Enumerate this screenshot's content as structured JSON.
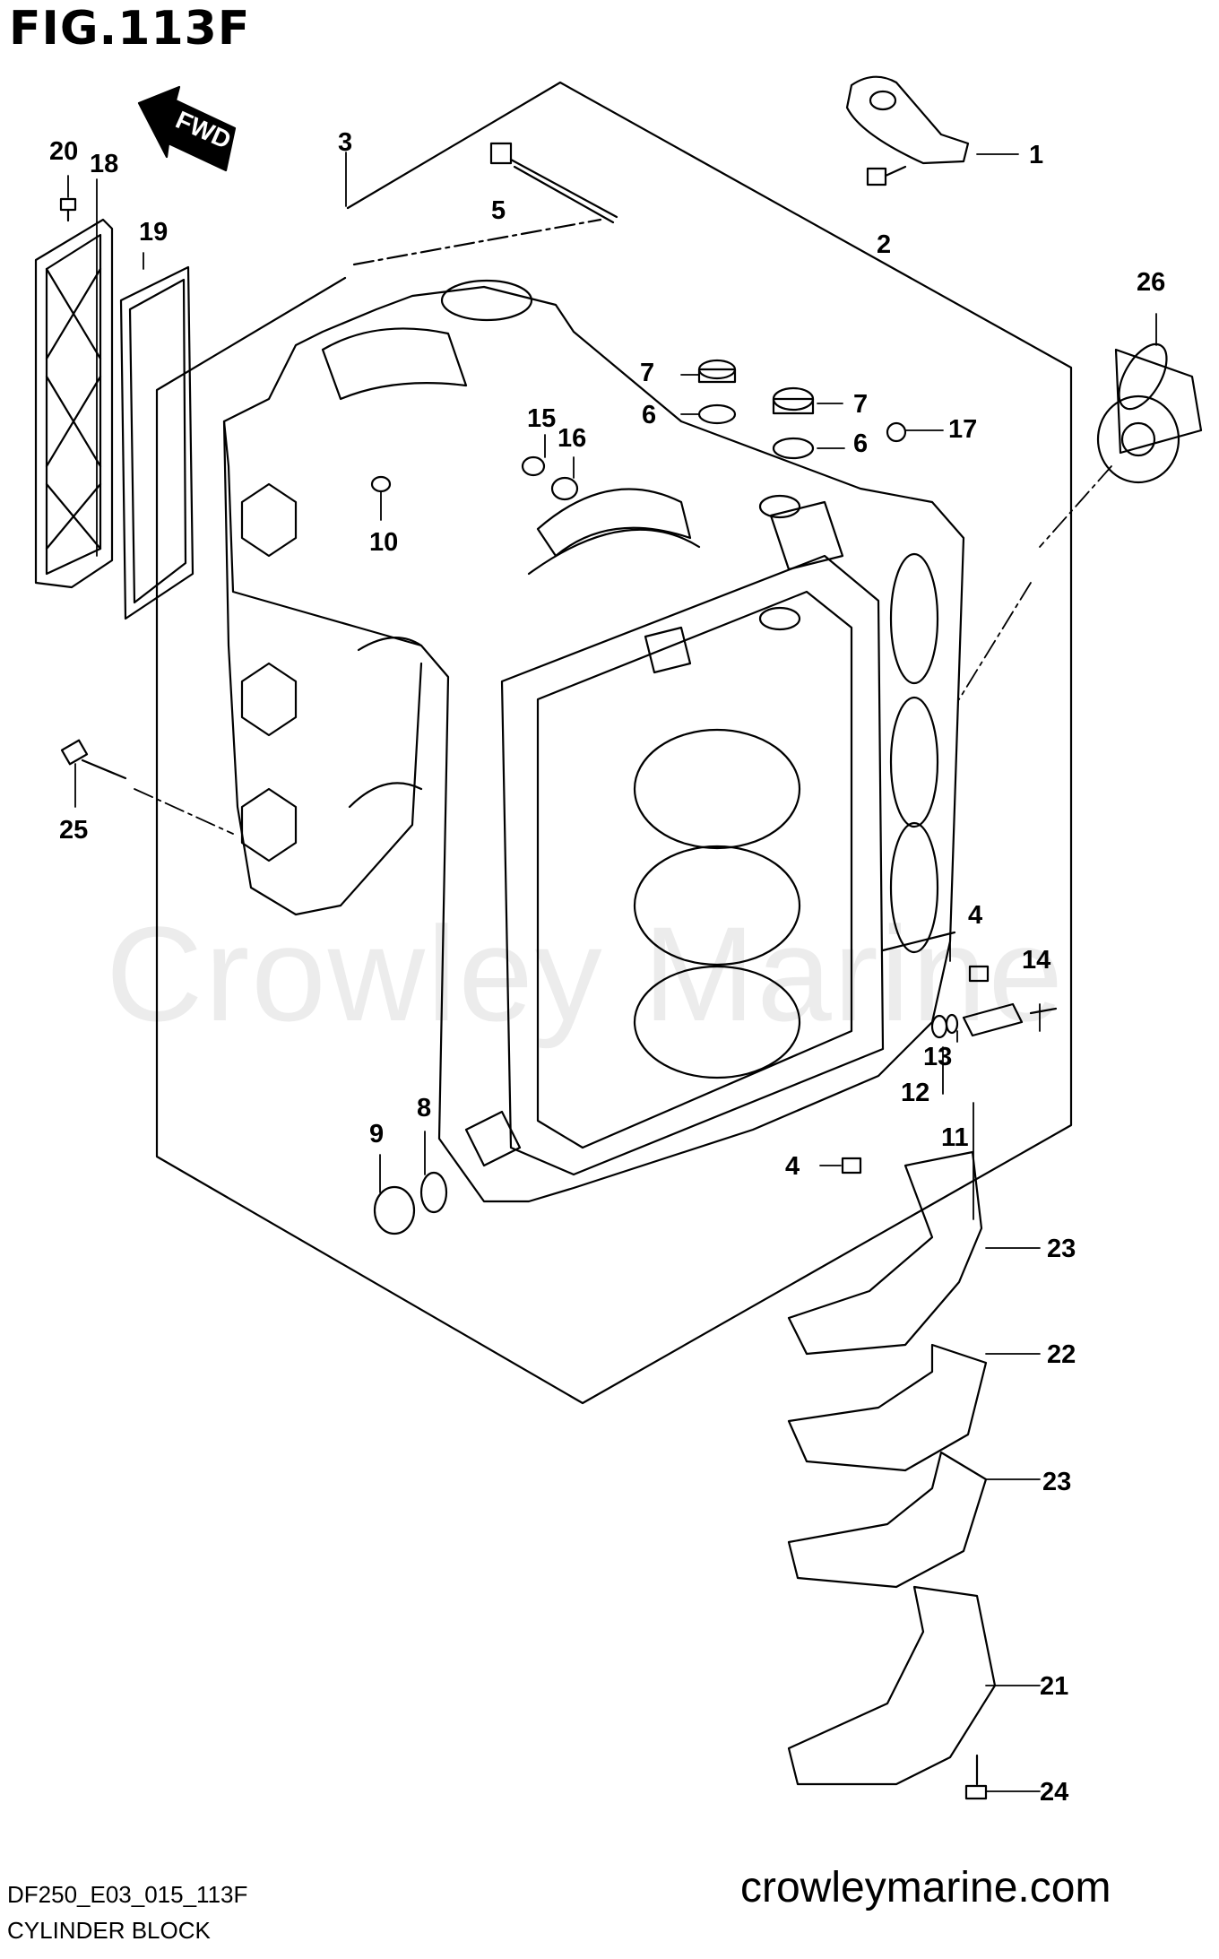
{
  "figure": {
    "title": "FIG.113F",
    "code": "DF250_E03_015_113F",
    "name": "CYLINDER BLOCK"
  },
  "site_label": "crowleymarine.com",
  "watermark": "Crowley Marine",
  "fwd_label": "FWD",
  "callouts": [
    {
      "id": "c1",
      "label": "1"
    },
    {
      "id": "c2",
      "label": "2"
    },
    {
      "id": "c3",
      "label": "3"
    },
    {
      "id": "c4a",
      "label": "4"
    },
    {
      "id": "c4b",
      "label": "4"
    },
    {
      "id": "c5",
      "label": "5"
    },
    {
      "id": "c6a",
      "label": "6"
    },
    {
      "id": "c6b",
      "label": "6"
    },
    {
      "id": "c7a",
      "label": "7"
    },
    {
      "id": "c7b",
      "label": "7"
    },
    {
      "id": "c8",
      "label": "8"
    },
    {
      "id": "c9",
      "label": "9"
    },
    {
      "id": "c10",
      "label": "10"
    },
    {
      "id": "c11",
      "label": "11"
    },
    {
      "id": "c12",
      "label": "12"
    },
    {
      "id": "c13",
      "label": "13"
    },
    {
      "id": "c14",
      "label": "14"
    },
    {
      "id": "c15",
      "label": "15"
    },
    {
      "id": "c16",
      "label": "16"
    },
    {
      "id": "c17",
      "label": "17"
    },
    {
      "id": "c18",
      "label": "18"
    },
    {
      "id": "c19",
      "label": "19"
    },
    {
      "id": "c20",
      "label": "20"
    },
    {
      "id": "c21",
      "label": "21"
    },
    {
      "id": "c22",
      "label": "22"
    },
    {
      "id": "c23a",
      "label": "23"
    },
    {
      "id": "c23b",
      "label": "23"
    },
    {
      "id": "c24",
      "label": "24"
    },
    {
      "id": "c25",
      "label": "25"
    },
    {
      "id": "c26",
      "label": "26"
    }
  ]
}
